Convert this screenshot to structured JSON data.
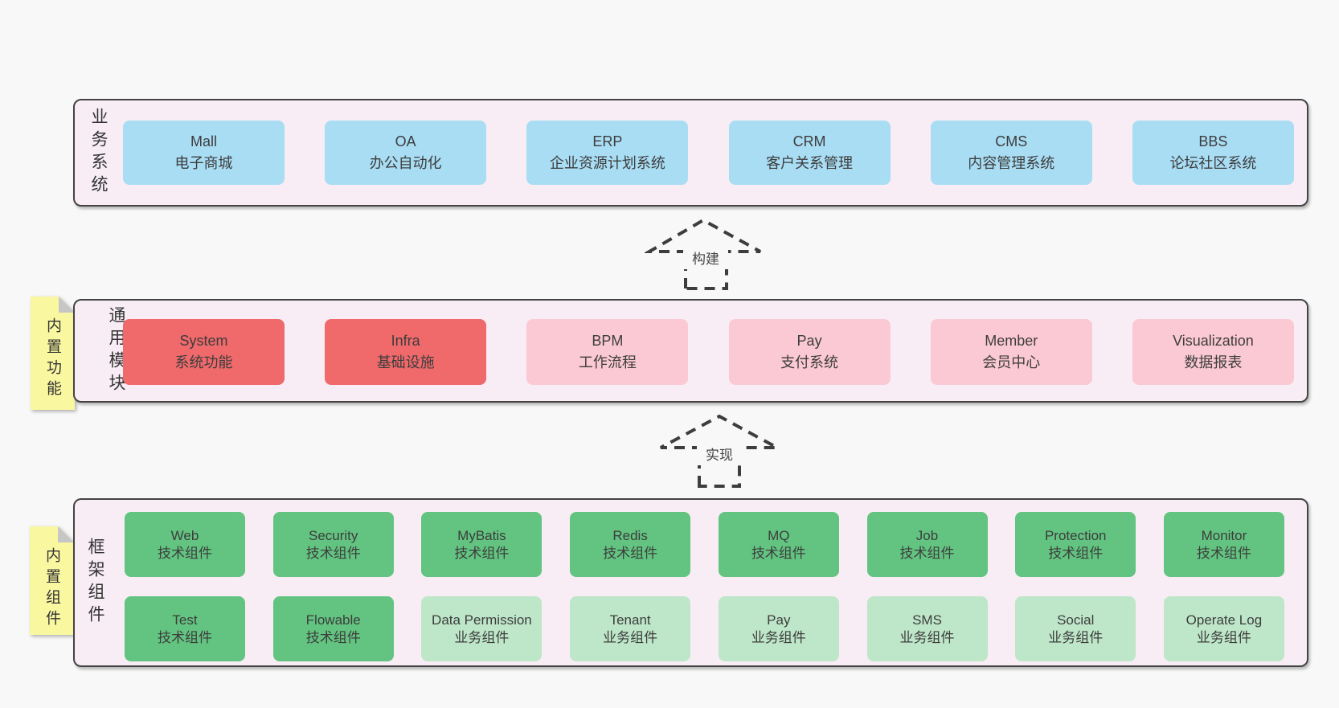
{
  "layers": [
    {
      "vlabel": "业务系统",
      "boxes": [
        {
          "name": "Mall",
          "desc": "电子商城",
          "type": "blue"
        },
        {
          "name": "OA",
          "desc": "办公自动化",
          "type": "blue"
        },
        {
          "name": "ERP",
          "desc": "企业资源计划系统",
          "type": "blue"
        },
        {
          "name": "CRM",
          "desc": "客户关系管理",
          "type": "blue"
        },
        {
          "name": "CMS",
          "desc": "内容管理系统",
          "type": "blue"
        },
        {
          "name": "BBS",
          "desc": "论坛社区系统",
          "type": "blue"
        }
      ]
    },
    {
      "vlabel": "通用模块",
      "note": "内置功能",
      "boxes": [
        {
          "name": "System",
          "desc": "系统功能",
          "type": "red"
        },
        {
          "name": "Infra",
          "desc": "基础设施",
          "type": "red"
        },
        {
          "name": "BPM",
          "desc": "工作流程",
          "type": "pink"
        },
        {
          "name": "Pay",
          "desc": "支付系统",
          "type": "pink"
        },
        {
          "name": "Member",
          "desc": "会员中心",
          "type": "pink"
        },
        {
          "name": "Visualization",
          "desc": "数据报表",
          "type": "pink"
        }
      ]
    },
    {
      "vlabel": "框架组件",
      "note": "内置组件",
      "boxes": [
        {
          "name": "Web",
          "desc": "技术组件",
          "type": "green"
        },
        {
          "name": "Security",
          "desc": "技术组件",
          "type": "green"
        },
        {
          "name": "MyBatis",
          "desc": "技术组件",
          "type": "green"
        },
        {
          "name": "Redis",
          "desc": "技术组件",
          "type": "green"
        },
        {
          "name": "MQ",
          "desc": "技术组件",
          "type": "green"
        },
        {
          "name": "Job",
          "desc": "技术组件",
          "type": "green"
        },
        {
          "name": "Protection",
          "desc": "技术组件",
          "type": "green"
        },
        {
          "name": "Monitor",
          "desc": "技术组件",
          "type": "green"
        },
        {
          "name": "Test",
          "desc": "技术组件",
          "type": "green"
        },
        {
          "name": "Flowable",
          "desc": "技术组件",
          "type": "green"
        },
        {
          "name": "Data Permission",
          "desc": "业务组件",
          "type": "lightgreen"
        },
        {
          "name": "Tenant",
          "desc": "业务组件",
          "type": "lightgreen"
        },
        {
          "name": "Pay",
          "desc": "业务组件",
          "type": "lightgreen"
        },
        {
          "name": "SMS",
          "desc": "业务组件",
          "type": "lightgreen"
        },
        {
          "name": "Social",
          "desc": "业务组件",
          "type": "lightgreen"
        },
        {
          "name": "Operate Log",
          "desc": "业务组件",
          "type": "lightgreen"
        }
      ]
    }
  ],
  "arrows": [
    {
      "label": "构建"
    },
    {
      "label": "实现"
    }
  ],
  "colors": {
    "page_bg": "#f8f8f8",
    "layer_bg": "#f8edf5",
    "layer_border": "#444444",
    "blue": "#a9ddf4",
    "red": "#f0696b",
    "pink": "#fbc9d3",
    "green": "#62c480",
    "light_green": "#bee7c9",
    "note_yellow": "#faf7a1",
    "note_fold_gray": "#c6c6c6",
    "text": "#3d3d3d"
  }
}
